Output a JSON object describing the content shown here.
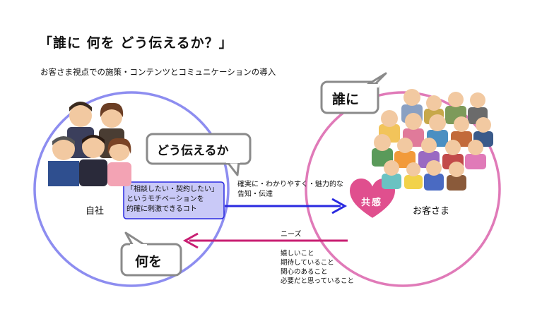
{
  "title": "「誰に 何を どう伝えるか？」",
  "subtitle": "お客さま視点での施策・コンテンツとコミュニケーションの導入",
  "bubbles": {
    "how": "どう伝えるか",
    "who": "誰に",
    "what": "何を"
  },
  "self": {
    "label": "自社"
  },
  "customer": {
    "label": "お客さま"
  },
  "motivation_box": {
    "lines": [
      "「相談したい・契約したい」",
      "というモチベーションを",
      "的確に刺激できるコト"
    ]
  },
  "delivery": {
    "lines": [
      "確実に・わかりやすく・魅力的な",
      "告知・伝達"
    ]
  },
  "needs": {
    "heading": "ニーズ",
    "items": [
      "嬉しいこと",
      "期待していること",
      "関心のあること",
      "必要だと思っていること"
    ]
  },
  "empathy": "共感",
  "colors": {
    "self_circle": "#8d8df0",
    "customer_circle": "#e07ab8",
    "arrow_out": "#2a2ae0",
    "arrow_back": "#c81e72",
    "motivation_fill": "#c9c9f7",
    "heart": "#e04f8e"
  },
  "icons": [
    "people-group-icon",
    "customer-crowd-icon",
    "heart-icon"
  ]
}
